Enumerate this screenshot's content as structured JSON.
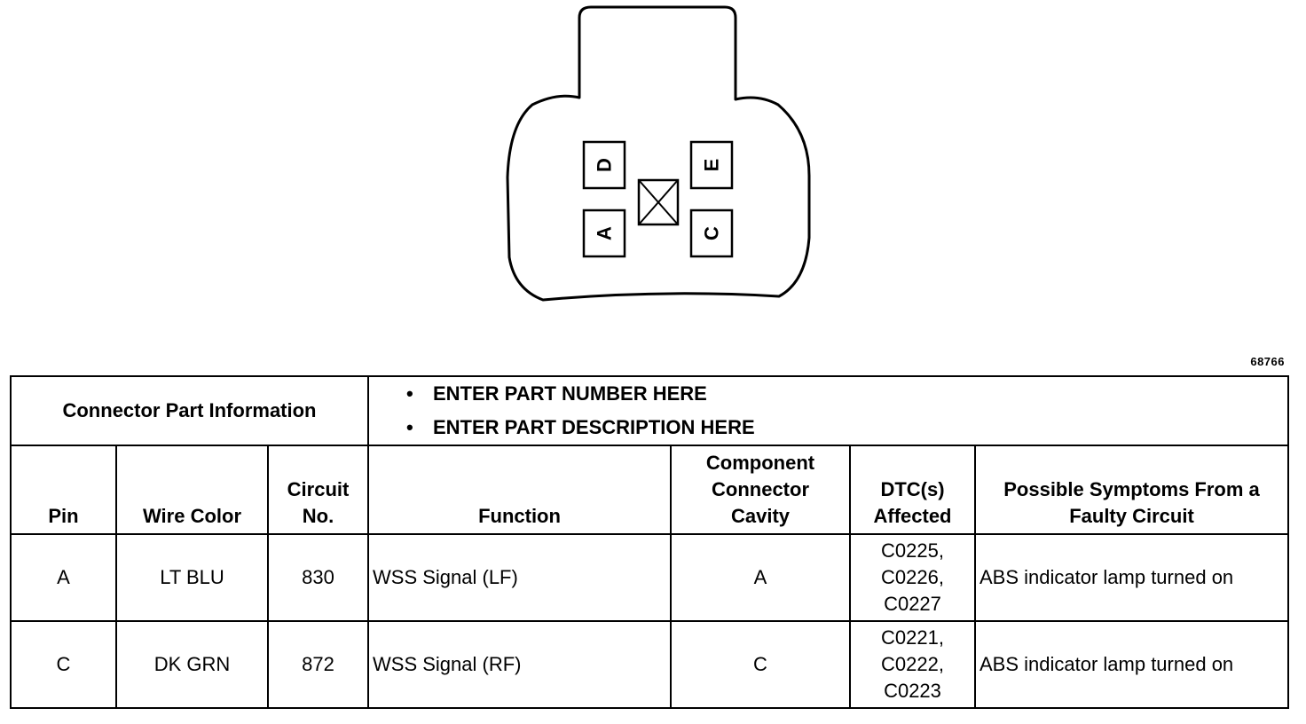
{
  "figure_id": "68766",
  "connector": {
    "cavities": [
      {
        "label": "D",
        "status": "used"
      },
      {
        "label": "E",
        "status": "used"
      },
      {
        "label": "A",
        "status": "used"
      },
      {
        "label": "C",
        "status": "used"
      },
      {
        "label": "",
        "status": "plugged"
      }
    ]
  },
  "part_info": {
    "label": "Connector Part Information",
    "items": [
      "ENTER PART NUMBER HERE",
      "ENTER PART DESCRIPTION HERE"
    ]
  },
  "table": {
    "headers": {
      "pin": "Pin",
      "wire_color": "Wire Color",
      "circuit_no_1": "Circuit",
      "circuit_no_2": "No.",
      "function": "Function",
      "cavity_1": "Component",
      "cavity_2": "Connector",
      "cavity_3": "Cavity",
      "dtc_1": "DTC(s)",
      "dtc_2": "Affected",
      "symptoms_1": "Possible Symptoms From a",
      "symptoms_2": "Faulty Circuit"
    },
    "rows": [
      {
        "pin": "A",
        "wire_color": "LT BLU",
        "circuit_no": "830",
        "function": "WSS Signal (LF)",
        "cavity": "A",
        "dtc": [
          "C0225,",
          "C0226,",
          "C0227"
        ],
        "symptoms": "ABS indicator lamp turned on"
      },
      {
        "pin": "C",
        "wire_color": "DK GRN",
        "circuit_no": "872",
        "function": "WSS Signal (RF)",
        "cavity": "C",
        "dtc": [
          "C0221,",
          "C0222,",
          "C0223"
        ],
        "symptoms": "ABS indicator lamp turned on"
      }
    ]
  }
}
